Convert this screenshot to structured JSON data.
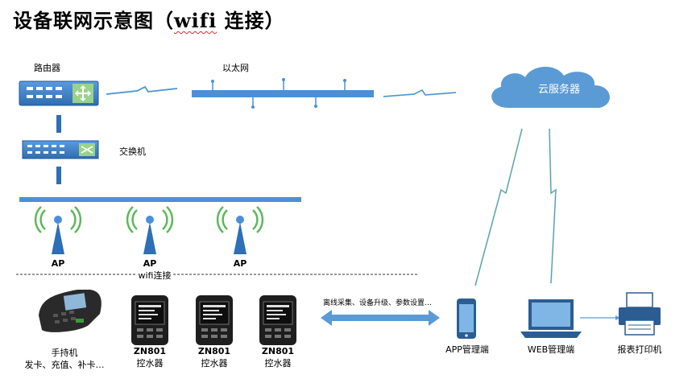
{
  "title": {
    "prefix": "设备联网示意图（",
    "wifi": "wifi",
    "suffix": " 连接）"
  },
  "network": {
    "router": "路由器",
    "ethernet": "以太网",
    "cloud": "云服务器",
    "switch": "交换机",
    "ap": "AP",
    "wifi_link": "wifi连接"
  },
  "devices": {
    "handheld_name": "手持机",
    "handheld_desc": "发卡、充值、补卡…",
    "controller_model": "ZN801",
    "controller_name": "控水器",
    "offline_note": "离线采集、设备升级、参数设置…",
    "app": "APP管理端",
    "web": "WEB管理端",
    "printer": "报表打印机"
  },
  "colors": {
    "blue": "#4a90d9",
    "dark_blue": "#2e6fb5",
    "accent_green": "#7fc97f",
    "signal_green": "#5cb85c"
  }
}
